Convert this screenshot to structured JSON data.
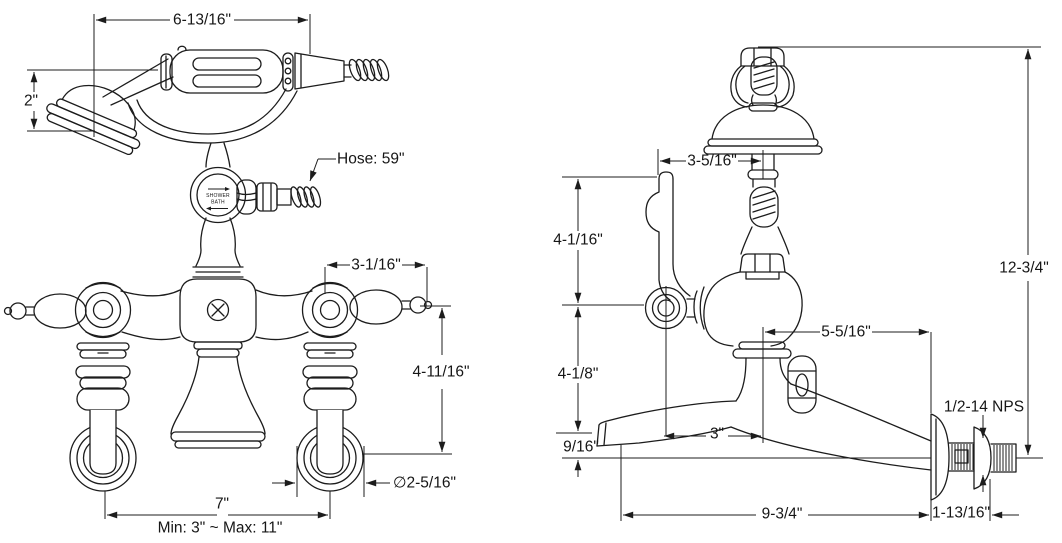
{
  "drawing": {
    "colors": {
      "line": "#1c1c1c",
      "background": "#ffffff"
    },
    "front_view": {
      "dims": {
        "handshower_width": "6-13/16\"",
        "head_height": "2\"",
        "hose_length": "Hose: 59\"",
        "handle_length": "3-1/16\"",
        "handle_to_supply": "4-11/16\"",
        "union_diameter": "∅2-5/16\"",
        "supply_spread": "7\"",
        "supply_spread_range": "Min: 3\" ~ Max: 11\""
      },
      "diverter": {
        "line1": "SHOWER",
        "line2": "BATH"
      }
    },
    "side_view": {
      "dims": {
        "lever_to_column": "3-5/16\"",
        "lever_above_center": "4-1/16\"",
        "center_to_spout": "4-1/8\"",
        "spout_to_supply": "9/16\"",
        "wall_to_spout_center": "3\"",
        "spout_center_to_wall": "5-5/16\"",
        "overall_height": "12-3/4\"",
        "spout_reach": "9-3/4\"",
        "nipple_length": "1-13/16\"",
        "thread_spec": "1/2-14 NPS"
      }
    }
  }
}
